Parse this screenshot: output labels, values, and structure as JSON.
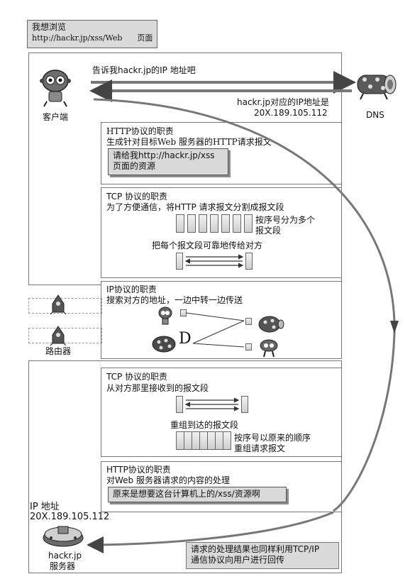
{
  "request_bubble": {
    "line1": "我想浏览",
    "line2": "http://hackr.jp/xss/Web",
    "line3": "页面"
  },
  "client": {
    "label": "客户端",
    "ask_dns": "告诉我hackr.jp的IP 地址吧"
  },
  "dns": {
    "label": "DNS",
    "reply_line1": "hackr.jp对应的IP地址是",
    "reply_line2": "20X.189.105.112"
  },
  "http_client": {
    "title": "HTTP协议的职责",
    "desc": "生成针对目标Web 服务器的HTTP请求报文",
    "msg_line1": "请给我http://hackr.jp/xss",
    "msg_line2": "页面的资源"
  },
  "tcp_client": {
    "title": "TCP 协议的职责",
    "desc": "为了方便通信，将HTTP 请求报文分割成报文段",
    "note_line1": "按序号分为多个",
    "note_line2": "报文段",
    "note2": "把每个报文段可靠地传给对方"
  },
  "ip": {
    "title": "IP协议的职责",
    "desc": "搜索对方的地址，一边中转一边传送",
    "letter": "D"
  },
  "router": {
    "label": "路由器"
  },
  "tcp_server": {
    "title": "TCP 协议的职责",
    "desc": "从对方那里接收到的报文段",
    "reassemble": "重组到达的报文段",
    "note_line1": "按序号以原来的顺序",
    "note_line2": "重组请求报文"
  },
  "http_server": {
    "title": "HTTP协议的职责",
    "desc": "对Web 服务器请求的内容的处理",
    "msg": "原来是想要这台计算机上的/xss/资源啊"
  },
  "server": {
    "ip_label": "IP 地址",
    "ip_value": "20X.189.105.112",
    "name": "hackr.jp",
    "label": "服务器"
  },
  "result": {
    "line1": "请求的处理结果也同样利用TCP/IP",
    "line2": "通信协议向用户进行回传"
  }
}
